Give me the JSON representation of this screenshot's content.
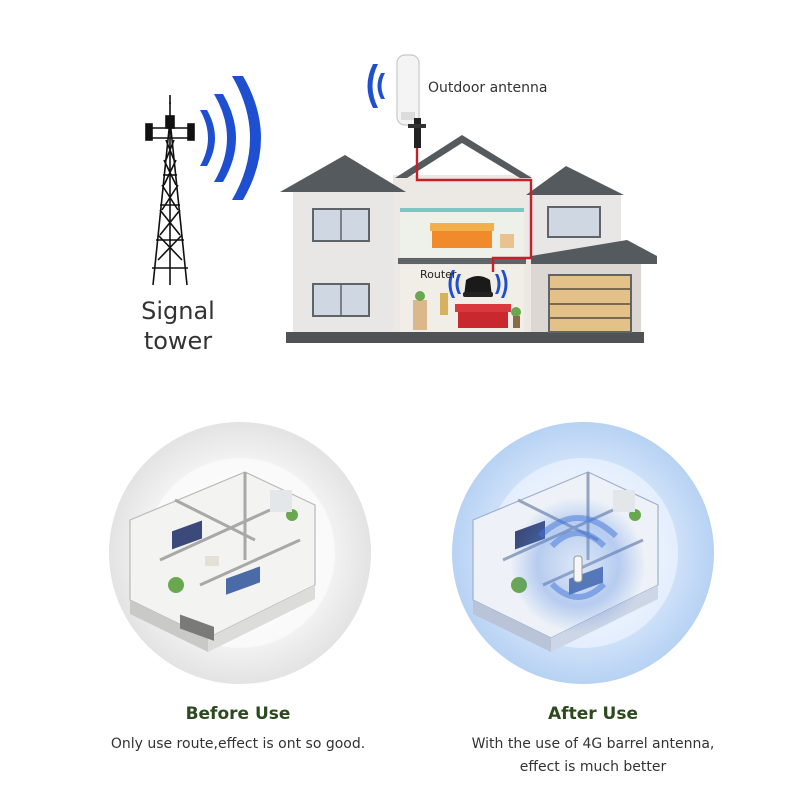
{
  "top": {
    "tower_label_line1": "Signal",
    "tower_label_line2": "tower",
    "antenna_label": "Outdoor antenna",
    "router_label": "Router"
  },
  "before": {
    "title": "Before Use",
    "text": "Only use route,effect is ont so good."
  },
  "after": {
    "title": "After Use",
    "text_line1": "With the use of 4G barrel antenna,",
    "text_line2": "effect is much better"
  },
  "colors": {
    "wave_blue": "#1e4fd0",
    "cable_red": "#c8202a",
    "roof_gray": "#555a5f",
    "wall_light": "#e9e6e6",
    "garage_tan": "#e5c18a",
    "caption_green": "#2c4a1e"
  },
  "icons": [
    "signal-tower-icon",
    "outdoor-antenna-icon",
    "router-icon",
    "house-icon",
    "floorplan-icon"
  ]
}
